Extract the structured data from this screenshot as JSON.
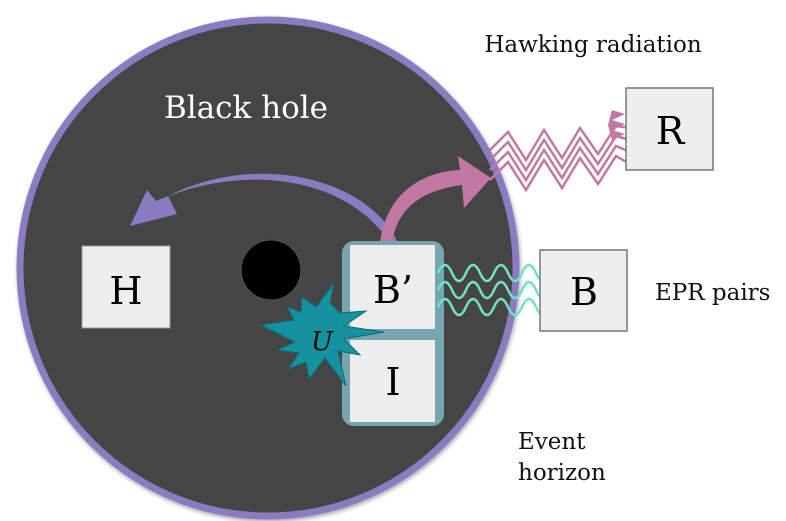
{
  "labels": {
    "black_hole": "Black hole",
    "hawking_radiation": "Hawking radiation",
    "epr_pairs": "EPR pairs",
    "event_horizon_line1": "Event",
    "event_horizon_line2": "horizon"
  },
  "boxes": {
    "H": "H",
    "B_prime": "B’",
    "I": "I",
    "R": "R",
    "B": "B"
  },
  "unitary": "U",
  "colors": {
    "black_hole_fill": "#444444",
    "horizon_stroke": "#8b7bc2",
    "singularity": "#000000",
    "box_fill": "#eeeeee",
    "box_border": "#777777",
    "bi_frame": "#77a5b2",
    "unitary_star": "#14929f",
    "purple_arrow": "#8b7bc2",
    "pink_arrow": "#c278a2",
    "hawking_waves": "#c278a2",
    "epr_waves": "#6fe3c2"
  }
}
